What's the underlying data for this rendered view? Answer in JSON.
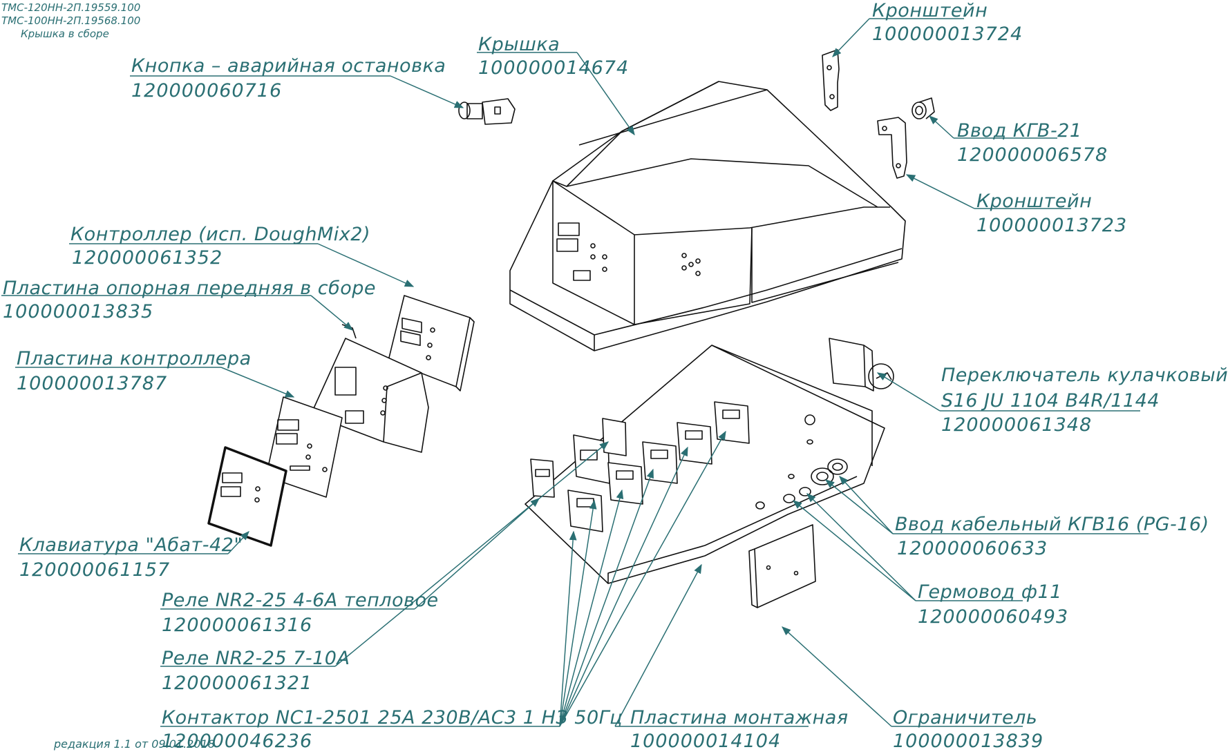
{
  "header": {
    "line1": "ТМС-120НН-2П.19559.100",
    "line2": "ТМС-100НН-2П.19568.100",
    "line3": "Крышка в сборе"
  },
  "footer": {
    "revision": "редакция 1.1 от 09.01.2018"
  },
  "accent_color": "#2a6f73",
  "callouts": [
    {
      "id": "kronshtein-1",
      "name": "Кронштейн",
      "code": "100000013724"
    },
    {
      "id": "kryshka",
      "name": "Крышка",
      "code": "100000014674"
    },
    {
      "id": "knopka",
      "name": "Кнопка – аварийная остановка",
      "code": "120000060716"
    },
    {
      "id": "vvod-kgv21",
      "name": "Ввод КГВ-21",
      "code": "120000006578"
    },
    {
      "id": "kronshtein-2",
      "name": "Кронштейн",
      "code": "100000013723"
    },
    {
      "id": "kontroller",
      "name": "Контроллер  (исп. DoughMix2)",
      "code": "120000061352"
    },
    {
      "id": "plastina-opornaya",
      "name": "Пластина опорная передняя в сборе",
      "code": "100000013835"
    },
    {
      "id": "plastina-kontrollera",
      "name": "Пластина контроллера",
      "code": "100000013787"
    },
    {
      "id": "pereklyuchatel",
      "name": "Переключатель кулачковый",
      "name2": "S16  JU 1104  B4R/1144",
      "code": "120000061348"
    },
    {
      "id": "vvod-kgv16",
      "name": "Ввод кабельный КГВ16 (PG-16)",
      "code": "120000060633"
    },
    {
      "id": "klaviatura",
      "name": "Клавиатура \"Абат-42\"",
      "code": "120000061157"
    },
    {
      "id": "rele-teplovoe",
      "name": "Реле NR2-25 4-6А тепловое",
      "code": "120000061316"
    },
    {
      "id": "germovvod",
      "name": "Гермовод ф11",
      "code": "120000060493"
    },
    {
      "id": "rele-7-10",
      "name": "Реле NR2-25  7-10А",
      "code": "120000061321"
    },
    {
      "id": "kontaktor",
      "name": "Контактор NC1-2501 25А  230В/АС3  1 НЗ  50Гц",
      "code": "120000046236"
    },
    {
      "id": "plastina-montazhnaya",
      "name": "Пластина монтажная",
      "code": "100000014104"
    },
    {
      "id": "ogranichitel",
      "name": "Ограничитель",
      "code": "100000013839"
    }
  ]
}
